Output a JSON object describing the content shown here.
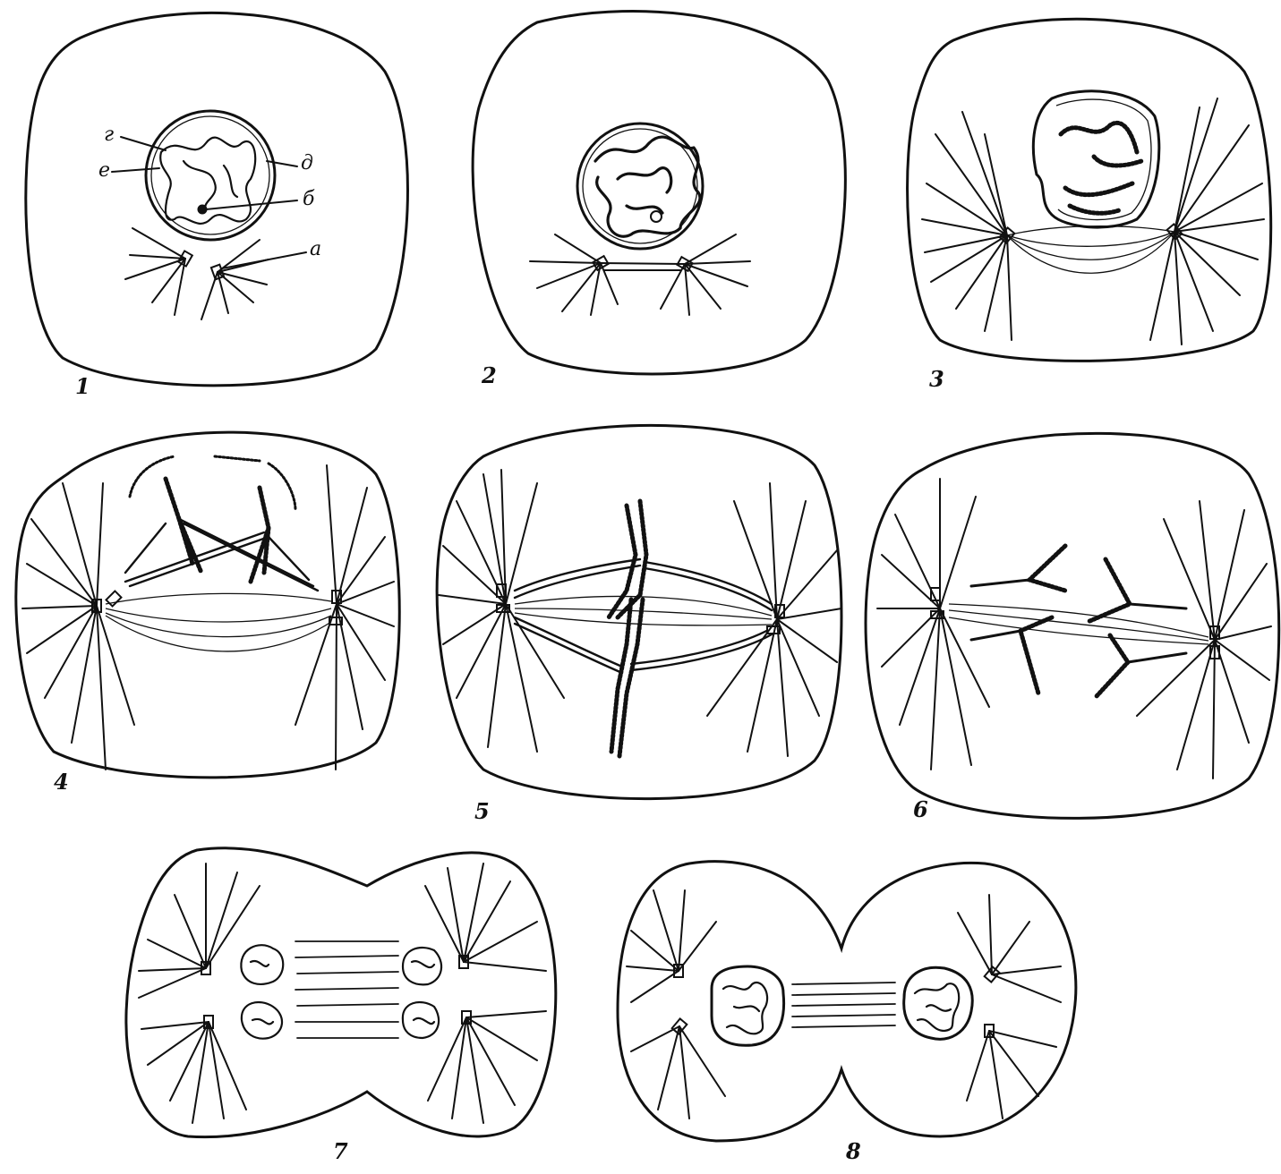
{
  "figure": {
    "stages": [
      {
        "id": "1",
        "label": "1"
      },
      {
        "id": "2",
        "label": "2"
      },
      {
        "id": "3",
        "label": "3"
      },
      {
        "id": "4",
        "label": "4"
      },
      {
        "id": "5",
        "label": "5"
      },
      {
        "id": "6",
        "label": "6"
      },
      {
        "id": "7",
        "label": "7"
      },
      {
        "id": "8",
        "label": "8"
      }
    ],
    "annotations": {
      "a": "а",
      "b": "б",
      "g": "г",
      "d": "д",
      "e": "е"
    }
  }
}
